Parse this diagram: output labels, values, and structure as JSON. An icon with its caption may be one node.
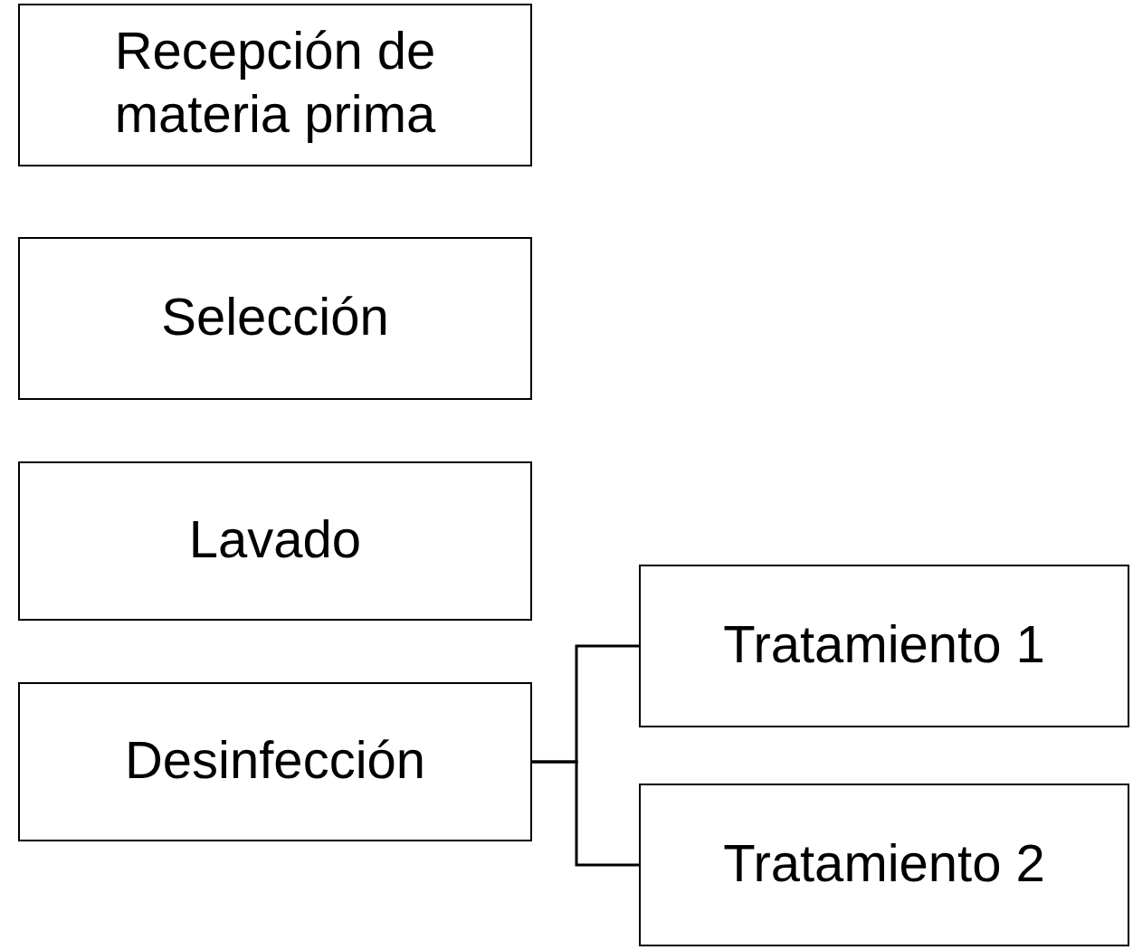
{
  "diagram": {
    "nodes": [
      {
        "text": [
          "Recepción de materia prima"
        ]
      },
      {
        "text": [
          "Selección"
        ]
      },
      {
        "text": [
          "Lavado"
        ]
      },
      {
        "text": [
          "Desinfección"
        ]
      },
      {
        "text": [
          "Tratamiento 1"
        ]
      },
      {
        "text": [
          "Tratamiento 2"
        ]
      }
    ],
    "edges": [
      {
        "from": 3,
        "to": 4,
        "arrow": "none"
      },
      {
        "from": 3,
        "to": 5,
        "arrow": "none"
      }
    ]
  }
}
